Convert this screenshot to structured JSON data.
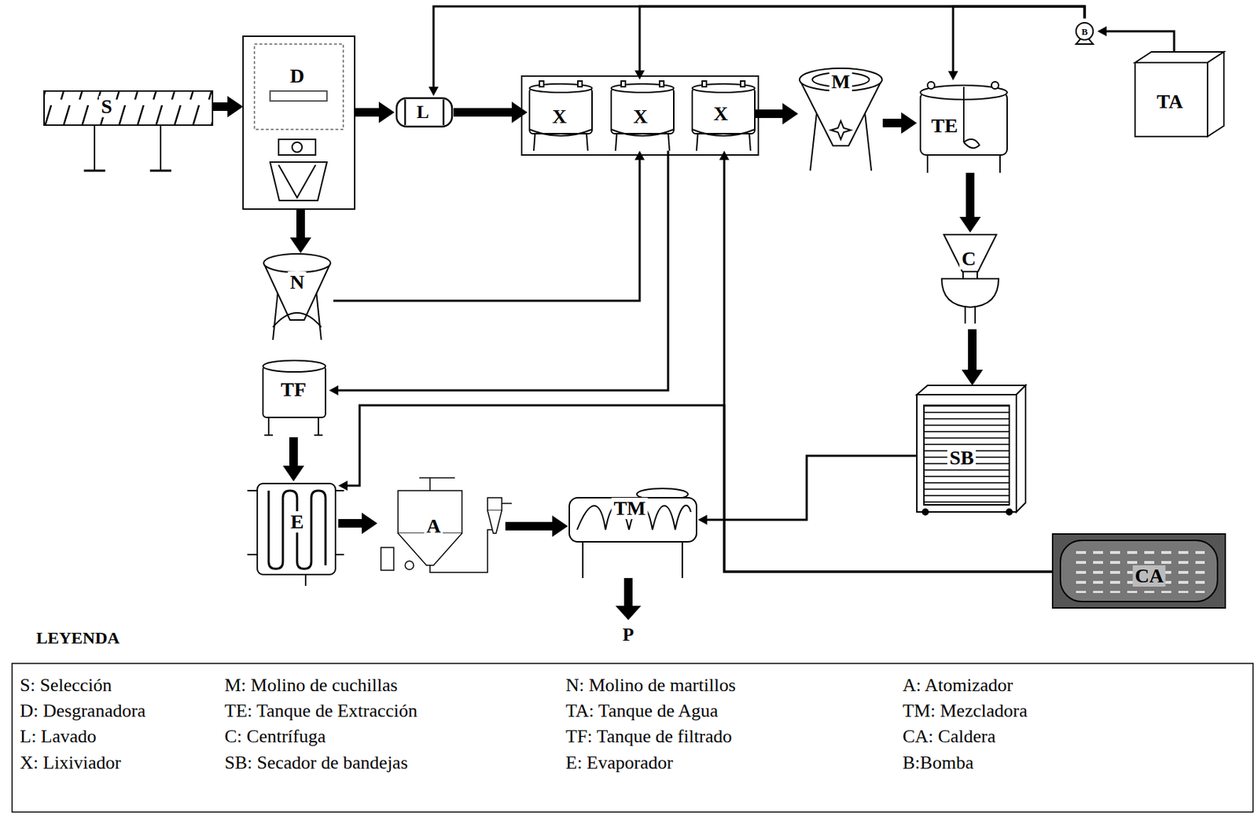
{
  "diagram": {
    "nodes": [
      {
        "text": [
          "S"
        ]
      },
      {
        "text": [
          "D"
        ]
      },
      {
        "text": [
          "L"
        ]
      },
      {
        "text": [
          "X"
        ]
      },
      {
        "text": [
          "X"
        ]
      },
      {
        "text": [
          "X"
        ]
      },
      {
        "text": [
          "M"
        ]
      },
      {
        "text": [
          "TE"
        ]
      },
      {
        "text": [
          "TA"
        ]
      },
      {
        "text": [
          "B"
        ]
      },
      {
        "text": [
          "N"
        ]
      },
      {
        "text": [
          "TF"
        ]
      },
      {
        "text": [
          "E"
        ]
      },
      {
        "text": [
          "A"
        ]
      },
      {
        "text": [
          "TM"
        ]
      },
      {
        "text": [
          "C"
        ]
      },
      {
        "text": [
          "SB"
        ]
      },
      {
        "text": [
          "CA"
        ]
      }
    ],
    "edges": [
      {
        "from": 0,
        "to": 1,
        "arrow": "to"
      },
      {
        "from": 1,
        "to": 2,
        "arrow": "to"
      },
      {
        "from": 2,
        "to": 3,
        "arrow": "to"
      },
      {
        "from": 5,
        "to": 6,
        "arrow": "to"
      },
      {
        "from": 6,
        "to": 7,
        "arrow": "to"
      },
      {
        "from": 7,
        "to": 15,
        "arrow": "to"
      },
      {
        "from": 15,
        "to": 16,
        "arrow": "to"
      },
      {
        "from": 1,
        "to": 10,
        "arrow": "to"
      },
      {
        "from": 11,
        "to": 12,
        "arrow": "to"
      },
      {
        "from": 12,
        "to": 13,
        "arrow": "to"
      },
      {
        "from": 13,
        "to": 14,
        "arrow": "to"
      },
      {
        "from": 10,
        "to": 4,
        "arrow": "to"
      },
      {
        "from": 4,
        "to": 11,
        "arrow": "to"
      },
      {
        "from": 17,
        "to": 5,
        "arrow": "to"
      },
      {
        "from": 17,
        "to": 12,
        "arrow": "to"
      },
      {
        "from": 16,
        "to": 14,
        "arrow": "to"
      },
      {
        "from": 8,
        "to": 9,
        "arrow": "to"
      },
      {
        "from": 9,
        "to": 2,
        "arrow": "to"
      },
      {
        "from": 9,
        "to": 4,
        "arrow": "to"
      },
      {
        "from": 9,
        "to": 7,
        "arrow": "to"
      }
    ],
    "labels": [
      "P",
      "LEYENDA"
    ],
    "legend": [
      {
        "text": "S: Selección"
      },
      {
        "text": "M: Molino de cuchillas"
      },
      {
        "text": "N: Molino de martillos"
      },
      {
        "text": "A: Atomizador"
      },
      {
        "text": "D: Desgranadora"
      },
      {
        "text": "TE: Tanque de Extracción"
      },
      {
        "text": "TA: Tanque de Agua"
      },
      {
        "text": "TM: Mezcladora"
      },
      {
        "text": "L: Lavado"
      },
      {
        "text": "C: Centrífuga"
      },
      {
        "text": "TF: Tanque de filtrado"
      },
      {
        "text": "CA: Caldera"
      },
      {
        "text": "X: Lixiviador"
      },
      {
        "text": "SB: Secador de bandejas"
      },
      {
        "text": "E: Evaporador"
      },
      {
        "text": "B:Bomba"
      }
    ]
  }
}
